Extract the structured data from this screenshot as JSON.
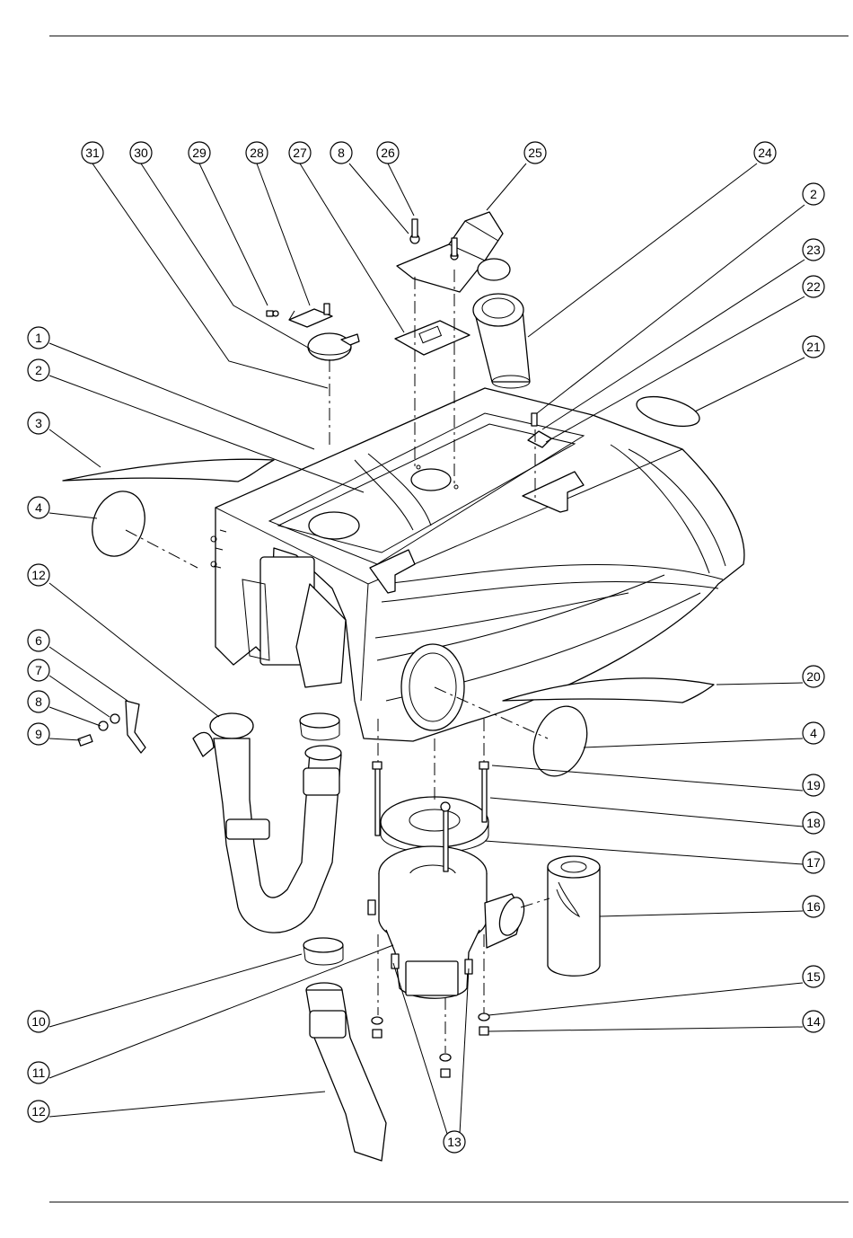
{
  "callouts": [
    {
      "id": "c-31",
      "label": "31"
    },
    {
      "id": "c-30",
      "label": "30"
    },
    {
      "id": "c-29",
      "label": "29"
    },
    {
      "id": "c-28",
      "label": "28"
    },
    {
      "id": "c-27",
      "label": "27"
    },
    {
      "id": "c-8-top",
      "label": "8"
    },
    {
      "id": "c-26",
      "label": "26"
    },
    {
      "id": "c-25",
      "label": "25"
    },
    {
      "id": "c-24",
      "label": "24"
    },
    {
      "id": "c-2-right",
      "label": "2"
    },
    {
      "id": "c-23",
      "label": "23"
    },
    {
      "id": "c-22",
      "label": "22"
    },
    {
      "id": "c-21",
      "label": "21"
    },
    {
      "id": "c-1",
      "label": "1"
    },
    {
      "id": "c-2-left",
      "label": "2"
    },
    {
      "id": "c-3",
      "label": "3"
    },
    {
      "id": "c-4-left",
      "label": "4"
    },
    {
      "id": "c-12-top",
      "label": "12"
    },
    {
      "id": "c-6",
      "label": "6"
    },
    {
      "id": "c-7",
      "label": "7"
    },
    {
      "id": "c-8-left",
      "label": "8"
    },
    {
      "id": "c-9",
      "label": "9"
    },
    {
      "id": "c-20",
      "label": "20"
    },
    {
      "id": "c-4-right",
      "label": "4"
    },
    {
      "id": "c-19",
      "label": "19"
    },
    {
      "id": "c-18",
      "label": "18"
    },
    {
      "id": "c-17",
      "label": "17"
    },
    {
      "id": "c-16",
      "label": "16"
    },
    {
      "id": "c-15",
      "label": "15"
    },
    {
      "id": "c-14",
      "label": "14"
    },
    {
      "id": "c-10",
      "label": "10"
    },
    {
      "id": "c-11",
      "label": "11"
    },
    {
      "id": "c-12-bottom",
      "label": "12"
    },
    {
      "id": "c-13",
      "label": "13"
    }
  ]
}
